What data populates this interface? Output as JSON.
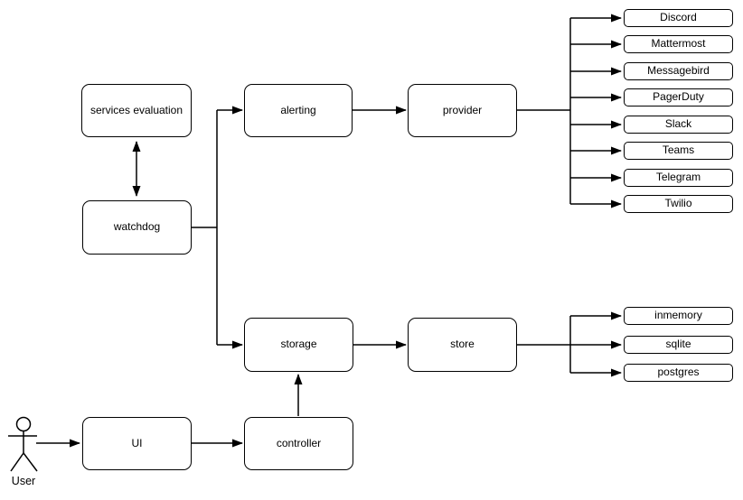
{
  "colors": {
    "stroke": "#000000",
    "background": "#ffffff",
    "text": "#000000"
  },
  "nodes": {
    "services_evaluation": "services evaluation",
    "watchdog": "watchdog",
    "alerting": "alerting",
    "provider": "provider",
    "storage": "storage",
    "store": "store",
    "ui": "UI",
    "controller": "controller"
  },
  "providers": [
    "Discord",
    "Mattermost",
    "Messagebird",
    "PagerDuty",
    "Slack",
    "Teams",
    "Telegram",
    "Twilio"
  ],
  "stores": [
    "inmemory",
    "sqlite",
    "postgres"
  ],
  "actor": {
    "label": "User"
  }
}
